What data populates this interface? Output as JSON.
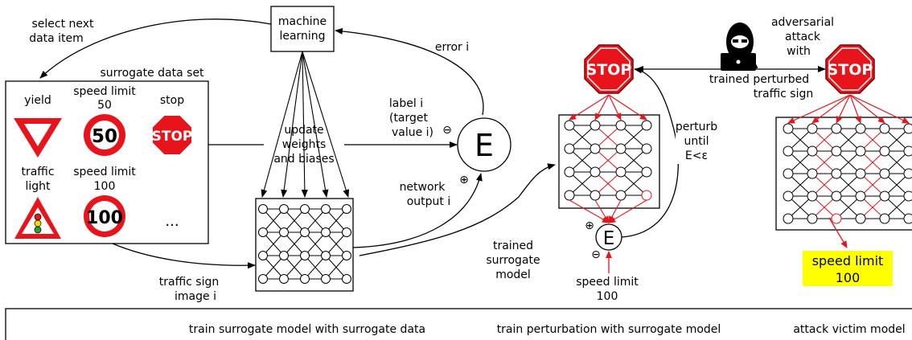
{
  "ml_box": [
    "machine",
    "learning"
  ],
  "select_next": [
    "select next",
    "data item"
  ],
  "error_label": "error i",
  "dataset": {
    "title": "surrogate data set",
    "items": [
      {
        "label": [
          "yield"
        ],
        "icon": "yield-sign-icon"
      },
      {
        "label": [
          "speed limit",
          "50"
        ],
        "icon": "speed-limit-50-icon",
        "sign_text": "50"
      },
      {
        "label": [
          "stop"
        ],
        "icon": "stop-sign-icon",
        "sign_text": "STOP"
      },
      {
        "label": [
          "traffic",
          "light"
        ],
        "icon": "traffic-light-warning-icon"
      },
      {
        "label": [
          "speed limit",
          "100"
        ],
        "icon": "speed-limit-100-icon",
        "sign_text": "100"
      }
    ],
    "ellipsis": "..."
  },
  "update_label": [
    "update",
    "weights",
    "and biases"
  ],
  "label_i": [
    "label i",
    "(target",
    "value i)"
  ],
  "network_output": [
    "network",
    "output i"
  ],
  "traffic_sign_image": [
    "traffic sign",
    "image i"
  ],
  "error_node": "E",
  "minus_sign": "⊖",
  "plus_sign": "⊕",
  "trained_surrogate": [
    "trained",
    "surrogate",
    "model"
  ],
  "perturb_until": [
    "perturb",
    "until",
    "E<ε"
  ],
  "speed_limit_target": [
    "speed limit",
    "100"
  ],
  "adversarial": [
    "adversarial",
    "attack",
    "with"
  ],
  "trained_perturbed": [
    "trained perturbed",
    "traffic sign"
  ],
  "victim_output": [
    "speed limit",
    "100"
  ],
  "phases": [
    "train surrogate model with surrogate data",
    "train perturbation with surrogate model",
    "attack victim model"
  ],
  "colors": {
    "red": "#e8141b",
    "highlight": "#ffff00",
    "dark": "#000000"
  }
}
